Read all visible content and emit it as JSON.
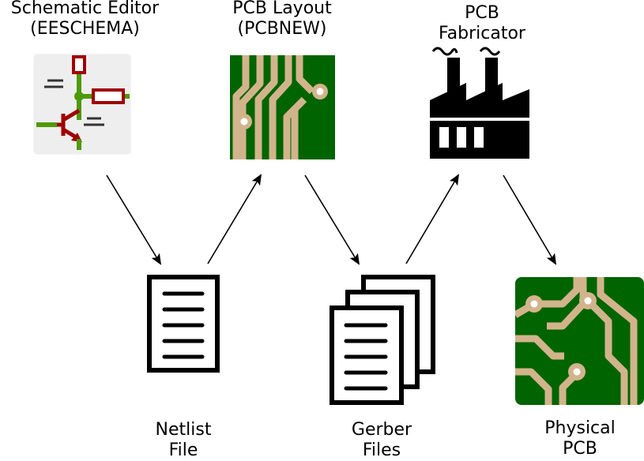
{
  "nodes": {
    "schematic": {
      "line1": "Schematic Editor",
      "line2": "(EESCHEMA)",
      "icon": "schematic-editor-icon"
    },
    "pcb_layout": {
      "line1": "PCB Layout",
      "line2": "(PCBNEW)",
      "icon": "pcb-layout-icon"
    },
    "fabricator": {
      "line1": "PCB",
      "line2": "Fabricator",
      "icon": "factory-icon"
    },
    "netlist": {
      "line1": "Netlist",
      "line2": "File",
      "icon": "document-icon"
    },
    "gerber": {
      "line1": "Gerber",
      "line2": "Files",
      "icon": "documents-stack-icon"
    },
    "physical": {
      "line1": "Physical",
      "line2": "PCB",
      "icon": "circuit-board-icon"
    }
  },
  "colors": {
    "pcb_green": "#006400",
    "trace_tan": "#d2b48c",
    "schematic_red": "#a00000",
    "wire_green": "#4e9a06",
    "icon_bg": "#eeeeee"
  }
}
